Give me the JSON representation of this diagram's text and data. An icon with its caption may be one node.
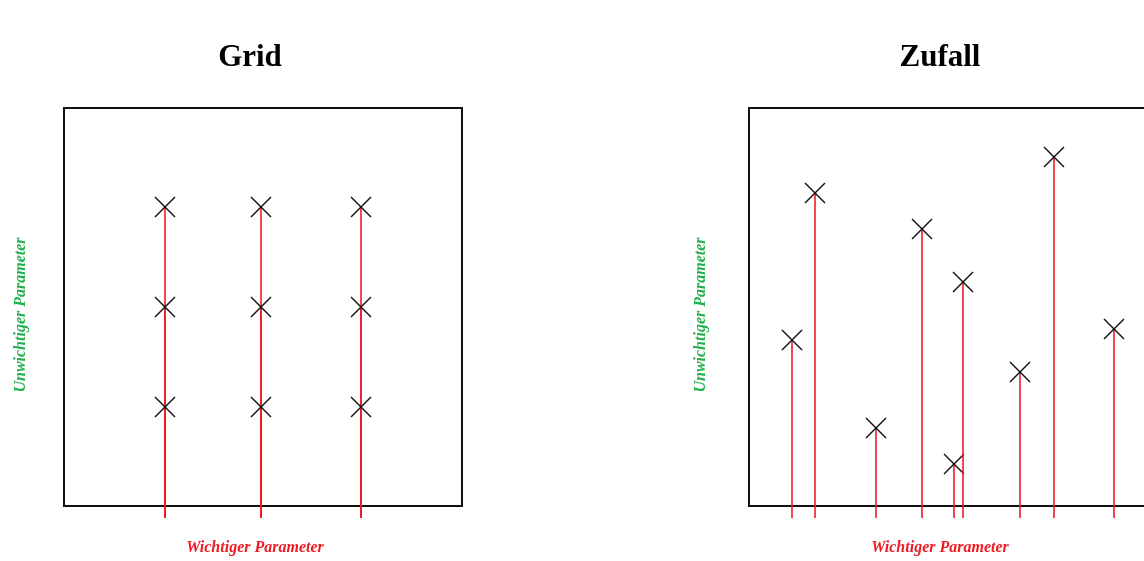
{
  "diagram": {
    "nodes": [
      {
        "text": [
          "Grid"
        ],
        "beside": [
          "Unwichtiger Parameter",
          "Wichtiger Parameter"
        ]
      },
      {
        "text": [
          "Zufall"
        ],
        "beside": [
          "Unwichtiger Parameter",
          "Wichtiger Parameter"
        ]
      }
    ]
  }
}
